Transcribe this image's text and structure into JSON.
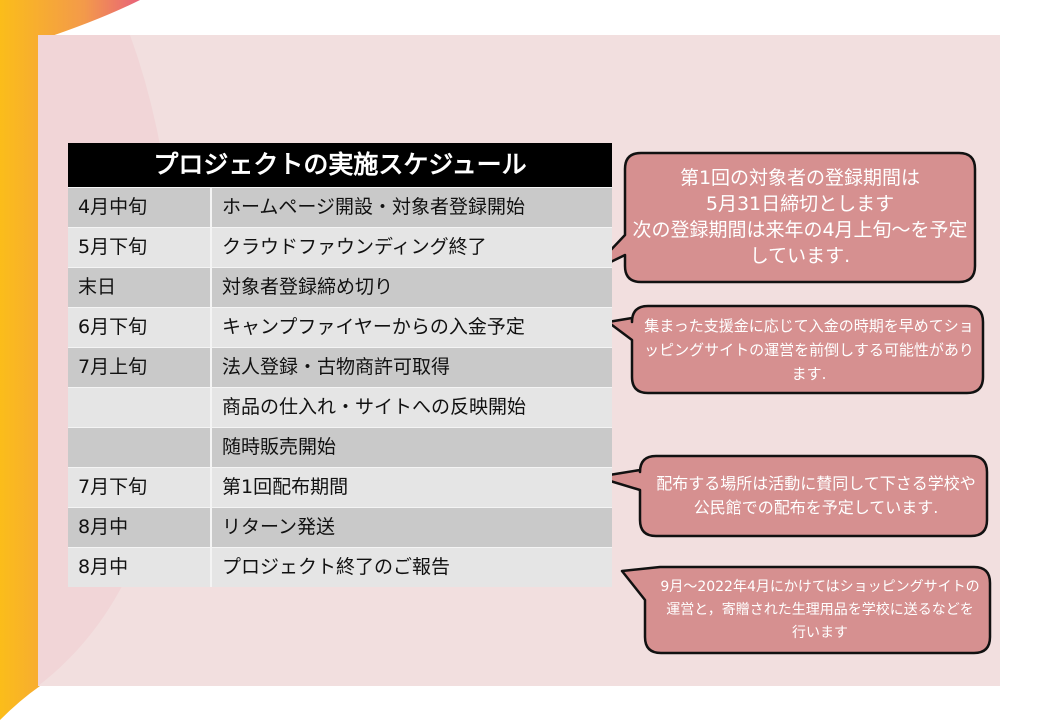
{
  "colors": {
    "panel": "#f2dfdf",
    "header": "#000000",
    "row_dark": "#c9c9c9",
    "row_light": "#e5e5e5",
    "bubble": "#d69090",
    "bubble_border": "#111111"
  },
  "schedule": {
    "title": "プロジェクトの実施スケジュール",
    "rows": [
      {
        "when": "4月中旬",
        "what": "ホームページ開設・対象者登録開始"
      },
      {
        "when": "5月下旬",
        "what": "クラウドファウンディング終了"
      },
      {
        "when": "末日",
        "what": "対象者登録締め切り"
      },
      {
        "when": "6月下旬",
        "what": "キャンプファイヤーからの入金予定"
      },
      {
        "when": "7月上旬",
        "what": "法人登録・古物商許可取得"
      },
      {
        "when": "",
        "what": "商品の仕入れ・サイトへの反映開始"
      },
      {
        "when": "",
        "what": "随時販売開始"
      },
      {
        "when": "7月下旬",
        "what": "第1回配布期間"
      },
      {
        "when": "8月中",
        "what": "リターン発送"
      },
      {
        "when": "8月中",
        "what": "プロジェクト終了のご報告"
      }
    ]
  },
  "callouts": [
    {
      "text": "第1回の対象者の登録期間は\n5月31日締切とします\n次の登録期間は来年の4月上旬～を予定しています."
    },
    {
      "text": "集まった支援金に応じて入金の時期を早めてショッピングサイトの運営を前倒しする可能性があります."
    },
    {
      "text": "配布する場所は活動に賛同して下さる学校や公民館での配布を予定しています."
    },
    {
      "text": "9月～2022年4月にかけてはショッピングサイトの運営と，寄贈された生理用品を学校に送るなどを行います"
    }
  ]
}
